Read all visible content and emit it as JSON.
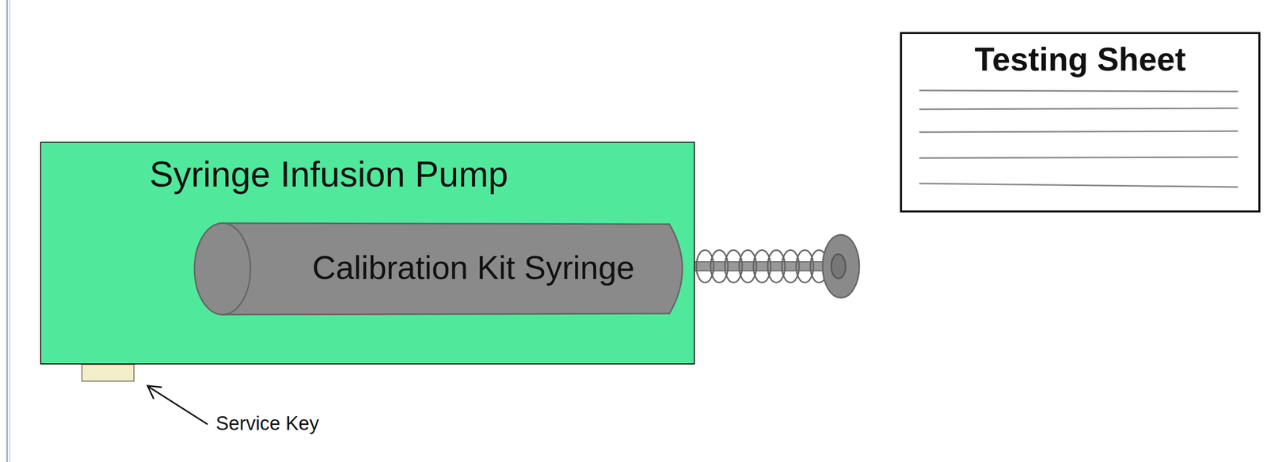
{
  "diagram": {
    "nodes": [
      {
        "text": [
          "Syringe Infusion Pump"
        ]
      },
      {
        "text": [
          "Calibration Kit Syringe"
        ],
        "in": 0
      },
      {
        "text": [
          "Testing Sheet"
        ]
      }
    ],
    "labels": [
      "Service Key"
    ]
  }
}
